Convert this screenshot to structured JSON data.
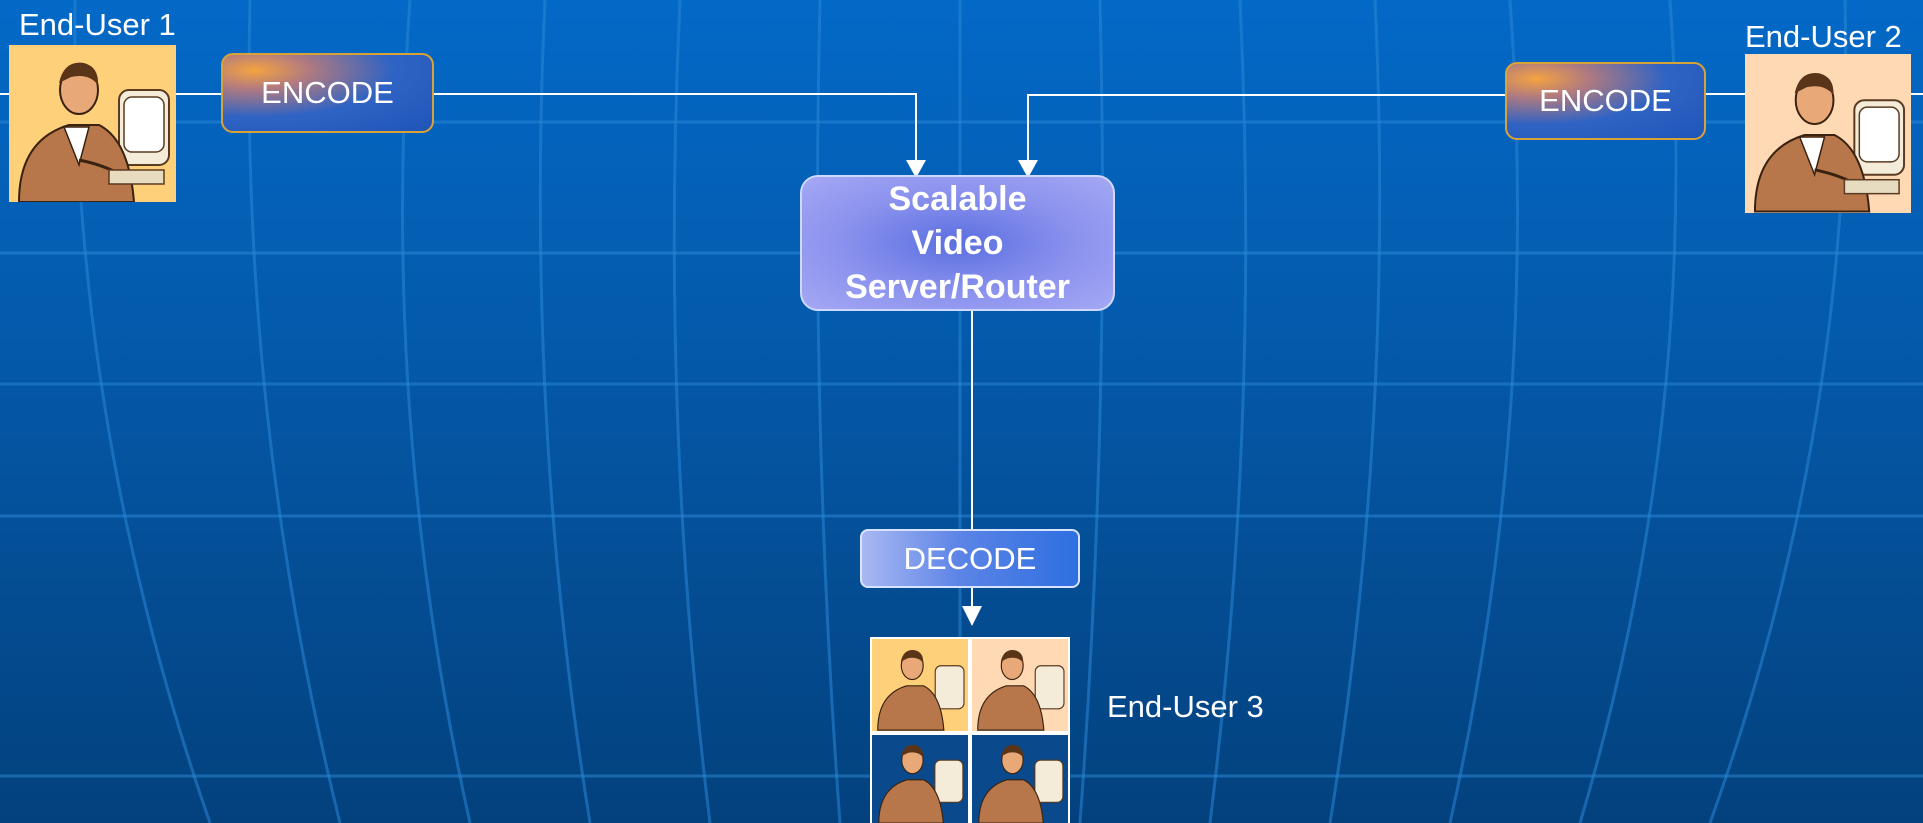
{
  "diagram": {
    "colors": {
      "background_top": "#0369c7",
      "background_bottom": "#03417d",
      "connector": "#ffffff",
      "encode_border": "#d7a338",
      "server_fill": "#8c93ee",
      "avatar_yellow": "#ffd07a",
      "avatar_peach": "#ffd8b4",
      "avatar_dark": "#0a4a8c"
    },
    "end_user_1": {
      "label": "End-User 1",
      "avatar_icon": "person-at-computer-icon"
    },
    "end_user_2": {
      "label": "End-User 2",
      "avatar_icon": "person-at-computer-icon"
    },
    "end_user_3": {
      "label": "End-User 3",
      "avatar_icon": "person-at-computer-icon"
    },
    "encode_1": {
      "label": "ENCODE"
    },
    "encode_2": {
      "label": "ENCODE"
    },
    "server": {
      "line1": "Scalable",
      "line2": "Video",
      "line3": "Server/Router"
    },
    "decode": {
      "label": "DECODE"
    }
  }
}
